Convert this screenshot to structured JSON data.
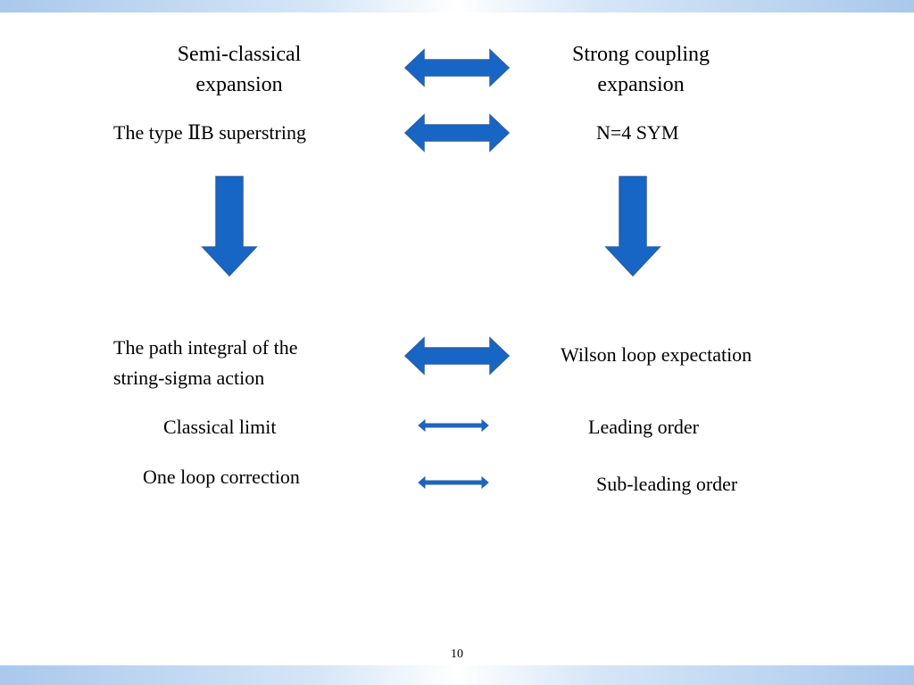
{
  "slide": {
    "page_number": "10",
    "header": {
      "left_line1": "Semi-classical",
      "left_line2": "expansion",
      "right_line1": "Strong coupling",
      "right_line2": "expansion"
    },
    "row1": {
      "left": "The type ⅡB superstring",
      "right": "N=4 SYM"
    },
    "row2": {
      "left_line1": "The path integral of the",
      "left_line2": "string-sigma action",
      "right": "Wilson loop expectation"
    },
    "row3": {
      "left": "Classical limit",
      "right": "Leading order"
    },
    "row4": {
      "left": "One loop correction",
      "right": "Sub-leading order"
    }
  },
  "colors": {
    "arrow_fill": "#1766c6",
    "arrow_stroke": "#2a5fa6",
    "band_edge": "#a9c8ec"
  }
}
